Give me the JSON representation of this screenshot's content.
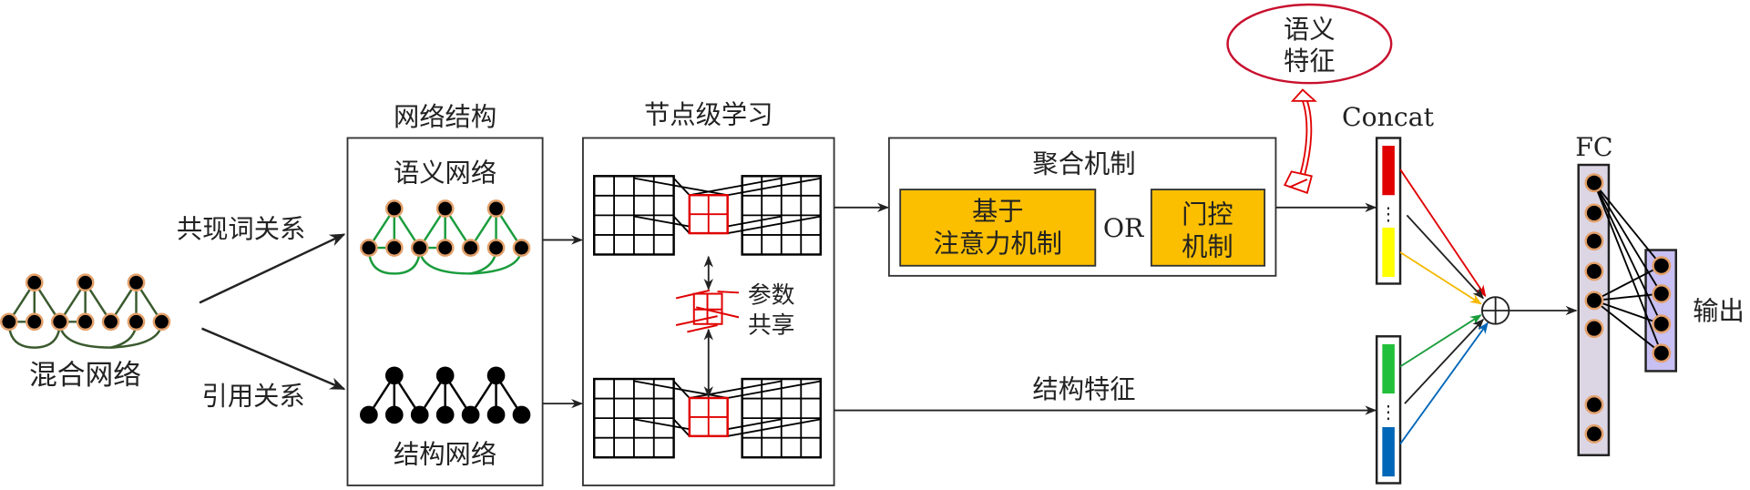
{
  "mixed_network": {
    "label": "混合网络"
  },
  "edges": {
    "cooccurrence_label": "共现词关系",
    "citation_label": "引用关系"
  },
  "network_structure": {
    "title": "网络结构",
    "semantic_label": "语义网络",
    "structural_label": "结构网络"
  },
  "node_learning": {
    "title": "节点级学习",
    "param_share_line1": "参数",
    "param_share_line2": "共享"
  },
  "aggregation": {
    "title": "聚合机制",
    "attention_line1": "基于",
    "attention_line2": "注意力机制",
    "or_label": "OR",
    "gate_line1": "门控",
    "gate_line2": "机制"
  },
  "semantic_feature": {
    "line1": "语义",
    "line2": "特征"
  },
  "structural_feature": {
    "label": "结构特征"
  },
  "concat": {
    "label": "Concat",
    "dots": "⋮"
  },
  "fc": {
    "label": "FC"
  },
  "output": {
    "label": "输出"
  },
  "colors": {
    "orange_box": "#fbbf00",
    "green_edge": "#1a9c3c",
    "mixed_edge": "#3a5a2e",
    "node_ring": "#e3a06a",
    "red": "#e00000",
    "yellow": "#ffff00",
    "green_bar": "#22c03a",
    "blue_bar": "#0066b8",
    "orange_arrow": "#f5b800",
    "fc_fill": "#dcd6e4",
    "output_fill": "#c8c0f2"
  }
}
